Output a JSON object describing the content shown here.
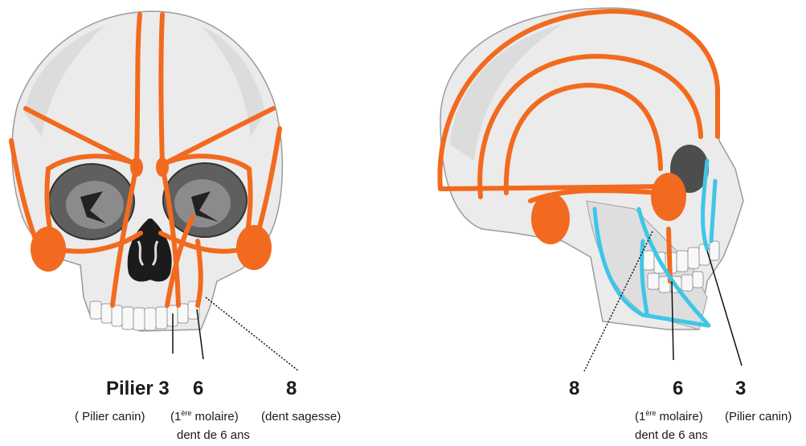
{
  "front": {
    "label_pilier": "Pilier 3",
    "label_6": "6",
    "label_8": "8",
    "note_canin": "( Pilier canin)",
    "note_molaire_pre": "(1",
    "note_molaire_sup": "ère",
    "note_molaire_post": " molaire)",
    "note_dent6": "dent de 6 ans",
    "note_sagesse": "(dent sagesse)"
  },
  "side": {
    "label_8": "8",
    "label_6": "6",
    "label_3": "3",
    "note_molaire_pre": "(1",
    "note_molaire_sup": "ère",
    "note_molaire_post": " molaire)",
    "note_canin": "(Pilier canin)",
    "note_dent6": "dent de 6 ans"
  },
  "colors": {
    "buttress_orange": "#f26a1f",
    "buttress_blue": "#3ec6e6",
    "bone": "#e9e9e9",
    "shadow": "#a9a9a9"
  }
}
